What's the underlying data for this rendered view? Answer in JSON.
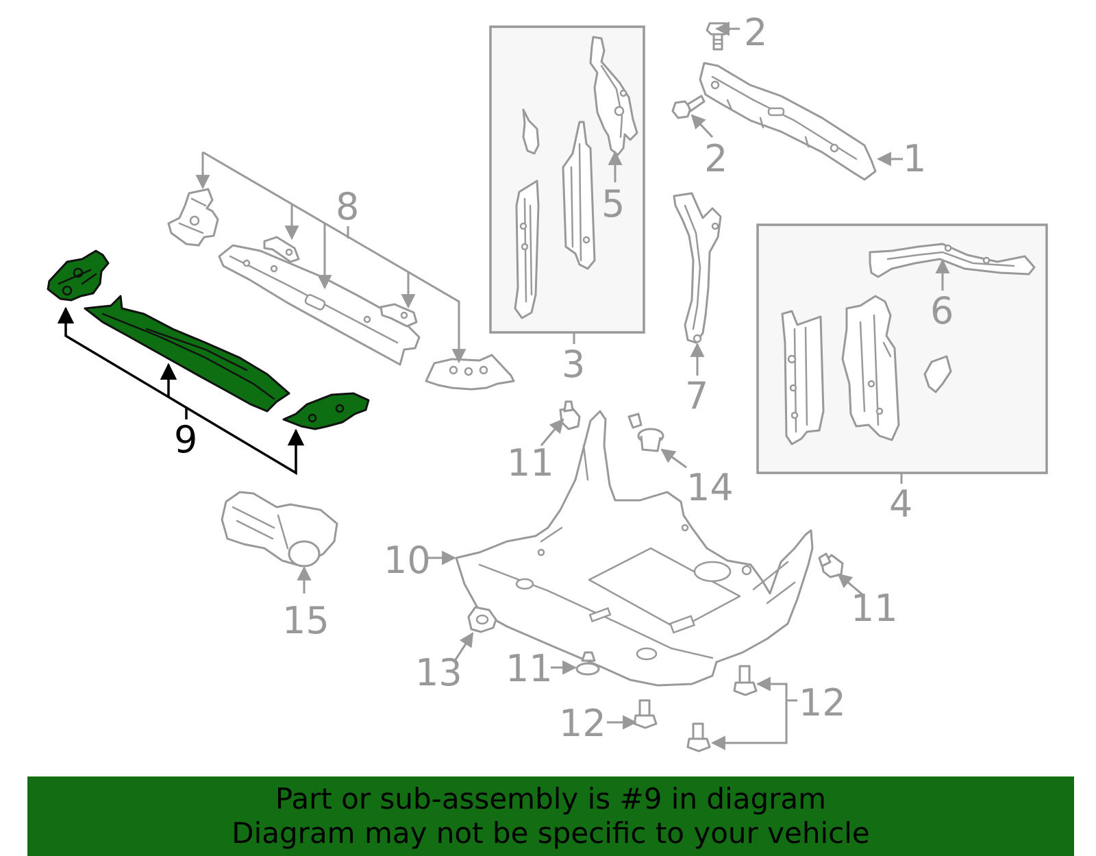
{
  "diagram": {
    "highlight_color": "#0e6e12",
    "banner_color": "#136d13",
    "part_line_color": "#999999",
    "labels": {
      "p1": "1",
      "p2a": "2",
      "p2b": "2",
      "p3": "3",
      "p4": "4",
      "p5": "5",
      "p6": "6",
      "p7": "7",
      "p8": "8",
      "p9": "9",
      "p10": "10",
      "p11a": "11",
      "p11b": "11",
      "p11c": "11",
      "p12a": "12",
      "p12b": "12",
      "p13": "13",
      "p14": "14",
      "p15": "15"
    }
  },
  "banner": {
    "line1": "Part or sub-assembly is #9 in diagram",
    "line2": "Diagram may not be specific to your vehicle"
  }
}
